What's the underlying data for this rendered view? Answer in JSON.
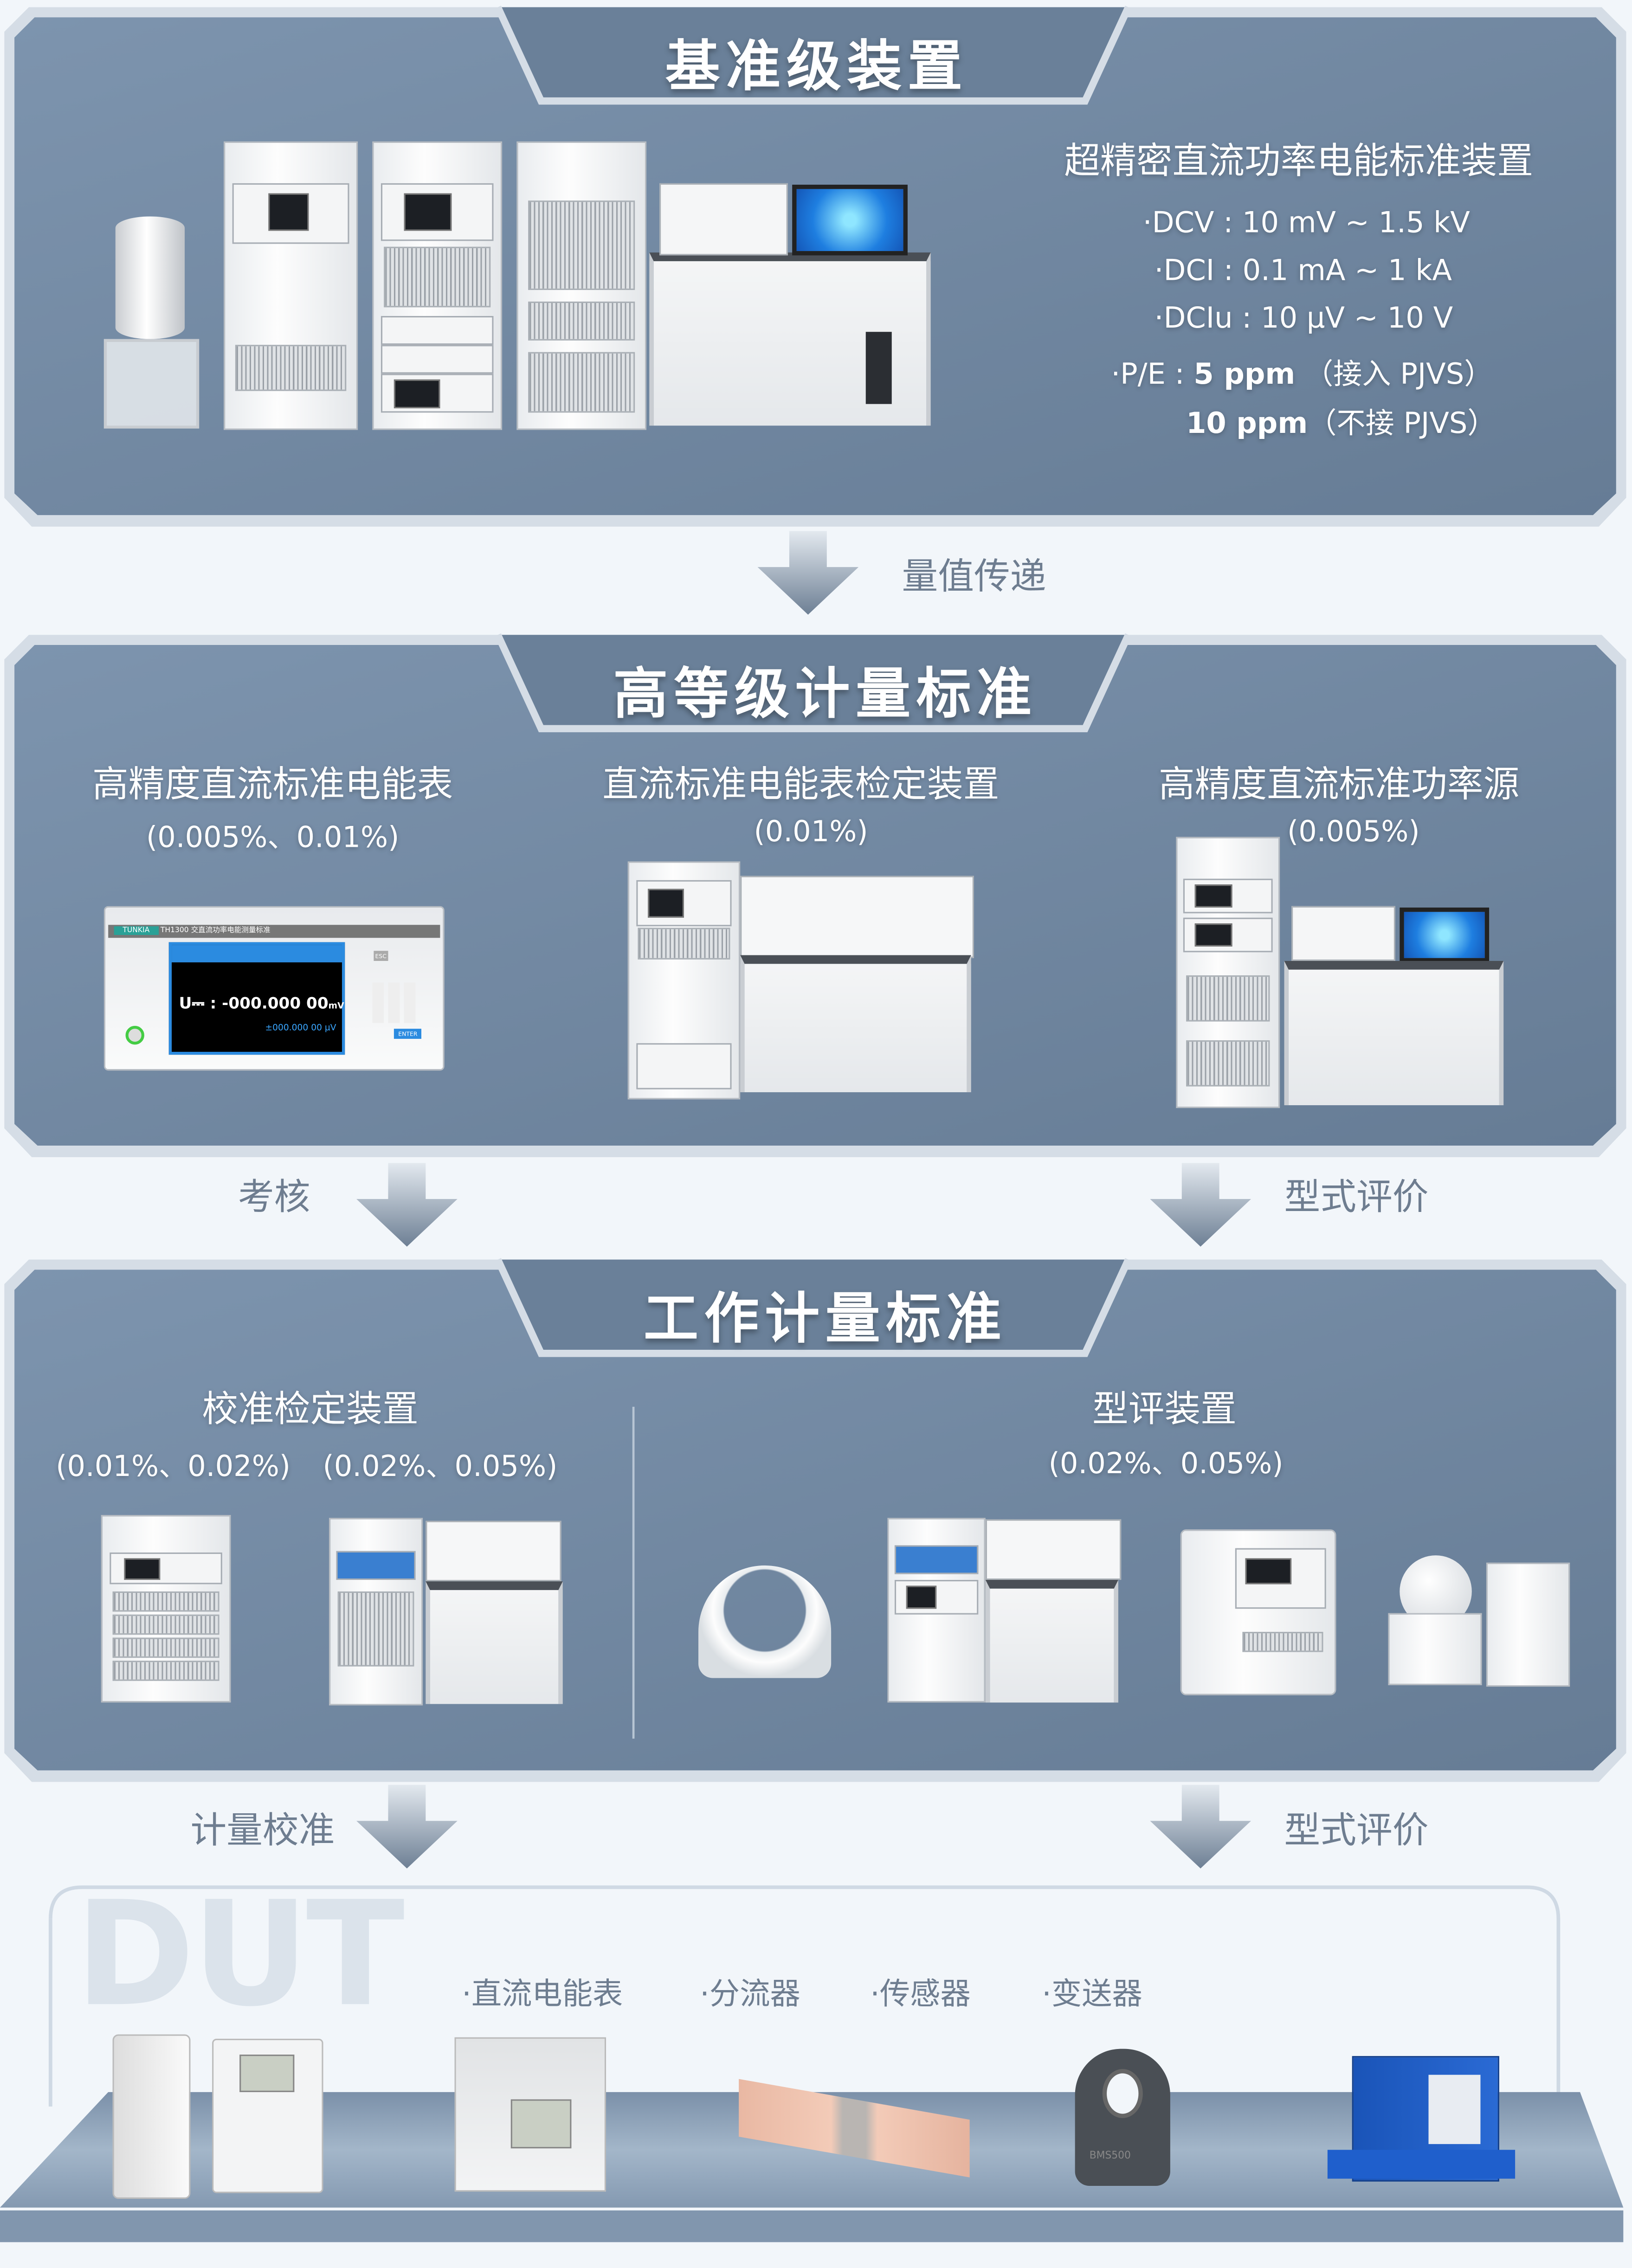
{
  "colors": {
    "panel": "#7389a3",
    "panel_dark": "#667b94",
    "frame": "#c8d2dd",
    "background": "#f2f6fa",
    "label": "#6e7d90",
    "shelf": "#8aa0b8"
  },
  "tier1": {
    "title": "基准级装置",
    "product_title": "超精密直流功率电能标准装置",
    "specs": {
      "dcv": "·DCV : 10 mV ~ 1.5 kV",
      "dci": "·DCI : 0.1 mA ~ 1 kA",
      "dciu": "·DCIu : 10 µV ~ 10 V",
      "pe_prefix": "·P/E : ",
      "pe_value1": "5 ppm",
      "pe_note1": "（接入 PJVS）",
      "pe_value2": "10 ppm",
      "pe_note2": "（不接 PJVS）"
    }
  },
  "transfer1": {
    "label": "量值传递"
  },
  "tier2": {
    "title": "高等级计量标准",
    "columns": [
      {
        "name": "高精度直流标准电能表",
        "accuracy": "(0.005%、0.01%)"
      },
      {
        "name": "直流标准电能表检定装置",
        "accuracy": "(0.01%)"
      },
      {
        "name": "高精度直流标准功率源",
        "accuracy": "(0.005%)"
      }
    ],
    "meter_screen": {
      "brand": "TUNKIA",
      "model": "TH1300 交直流功率电能测量标准",
      "reading": "U⎓ : -000.000 00",
      "unit": "mV",
      "sub_reading": "±000.000 00 µV",
      "enter": "ENTER",
      "esc": "ESC"
    }
  },
  "transfer2": {
    "left": "考核",
    "right": "型式评价"
  },
  "tier3": {
    "title": "工作计量标准",
    "left": {
      "name": "校准检定装置",
      "accuracy1": "(0.01%、0.02%)",
      "accuracy2": "(0.02%、0.05%)"
    },
    "right": {
      "name": "型评装置",
      "accuracy": "(0.02%、0.05%)"
    }
  },
  "transfer3": {
    "left": "计量校准",
    "right": "型式评价"
  },
  "dut": {
    "watermark": "DUT",
    "items": [
      "·直流电能表",
      "·分流器",
      "·传感器",
      "·变送器"
    ],
    "sensor_label": "BMS500"
  }
}
